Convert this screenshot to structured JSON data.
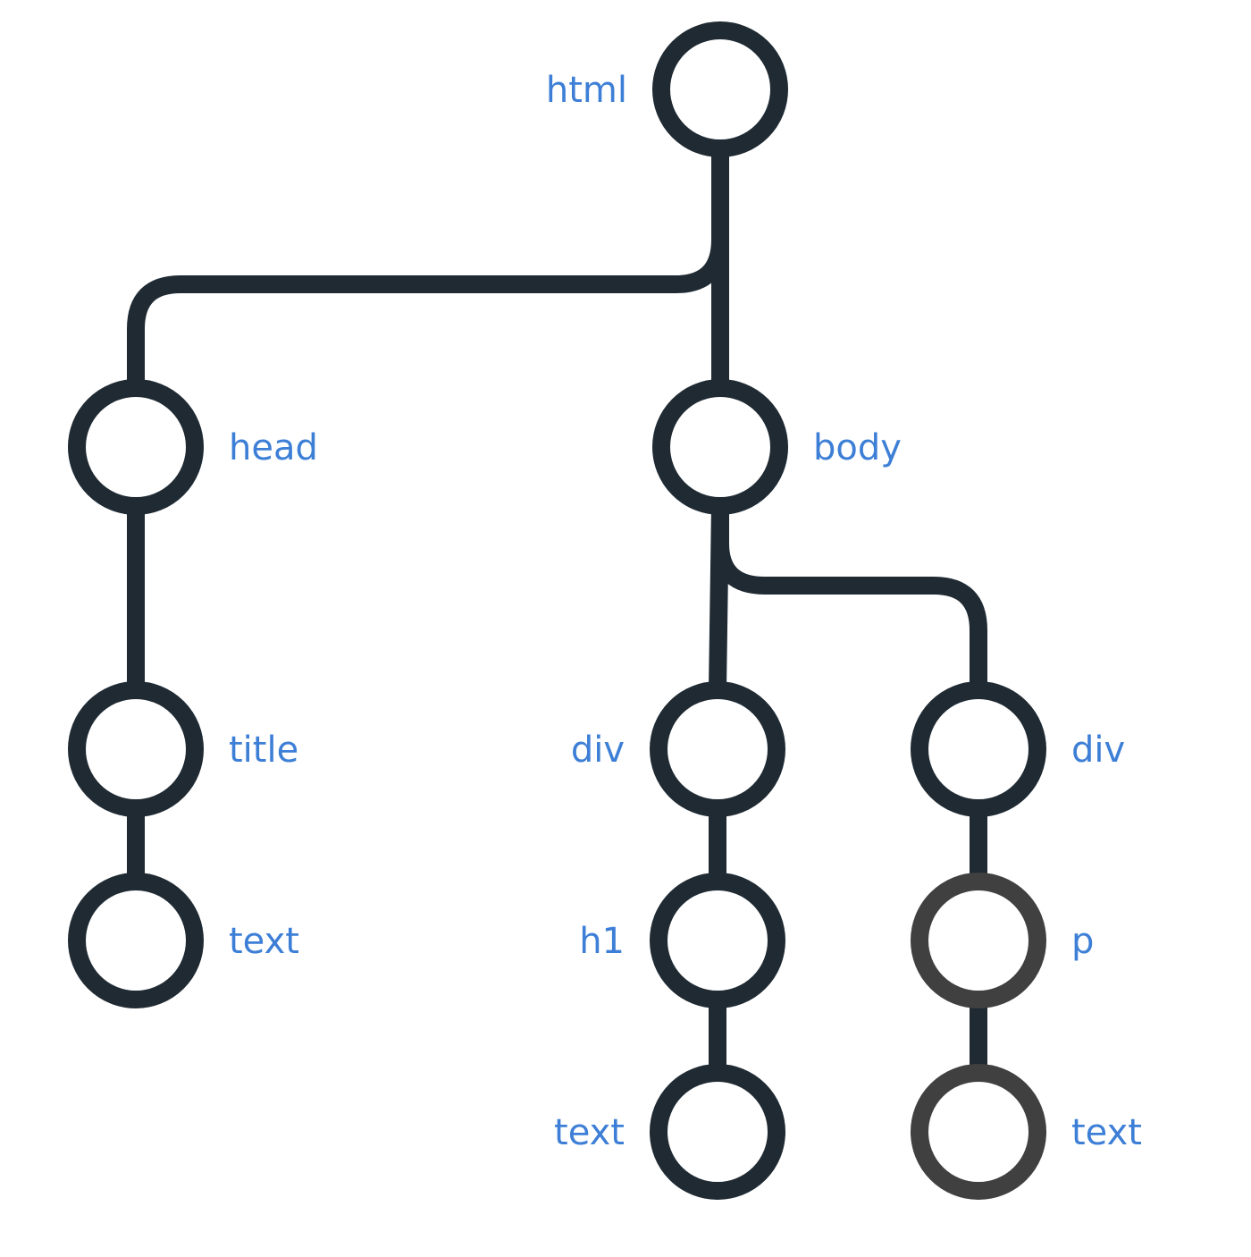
{
  "diagram": {
    "label_color": "#3d7fd6",
    "node_color": "#1f2a33",
    "muted_node_color": "#404040",
    "nodes": [
      {
        "id": "html",
        "label": "html"
      },
      {
        "id": "head",
        "label": "head"
      },
      {
        "id": "body",
        "label": "body"
      },
      {
        "id": "title",
        "label": "title"
      },
      {
        "id": "text1",
        "label": "text"
      },
      {
        "id": "div1",
        "label": "div"
      },
      {
        "id": "div2",
        "label": "div"
      },
      {
        "id": "h1",
        "label": "h1"
      },
      {
        "id": "p",
        "label": "p"
      },
      {
        "id": "text2",
        "label": "text"
      },
      {
        "id": "text3",
        "label": "text"
      }
    ],
    "edges": [
      {
        "from": "html",
        "to": "head"
      },
      {
        "from": "html",
        "to": "body"
      },
      {
        "from": "head",
        "to": "title"
      },
      {
        "from": "title",
        "to": "text1"
      },
      {
        "from": "body",
        "to": "div1"
      },
      {
        "from": "body",
        "to": "div2"
      },
      {
        "from": "div1",
        "to": "h1"
      },
      {
        "from": "h1",
        "to": "text2"
      },
      {
        "from": "div2",
        "to": "p"
      },
      {
        "from": "p",
        "to": "text3"
      }
    ]
  }
}
